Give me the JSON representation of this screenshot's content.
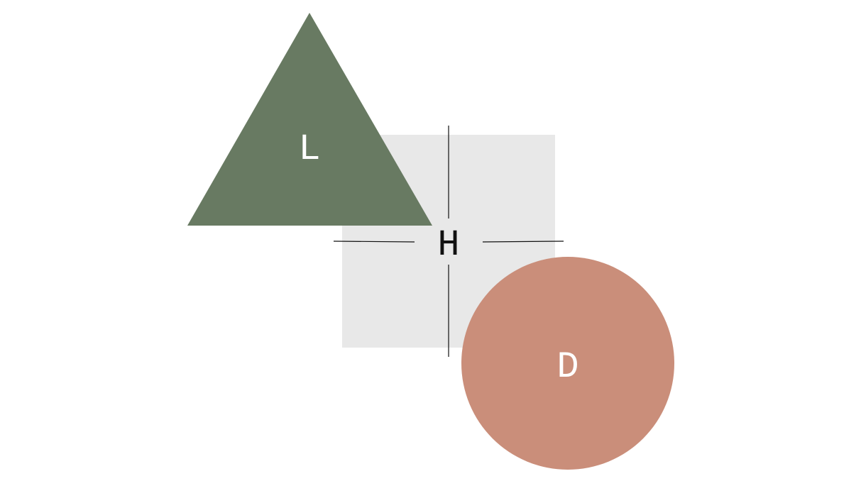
{
  "logo": {
    "letters": {
      "triangle": "L",
      "center": "H",
      "circle": "D"
    },
    "colors": {
      "triangle": "#687a62",
      "square": "#e8e8e8",
      "circle": "#ca8e7a",
      "crosshair": "#111111",
      "letter_light": "#ffffff",
      "letter_dark": "#111111",
      "background": "#ffffff"
    }
  }
}
